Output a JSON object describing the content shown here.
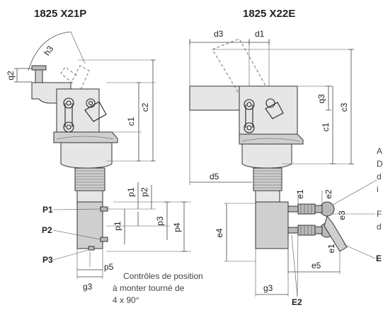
{
  "titles": {
    "left": "1825 X21P",
    "right": "1825 X22E"
  },
  "dims_left": {
    "h3": "h3",
    "q2": "q2",
    "c1": "c1",
    "c2": "c2",
    "p1": "p1",
    "p2": "p2",
    "p3": "p3",
    "p4": "p4",
    "p5": "p5",
    "g3": "g3"
  },
  "dims_right": {
    "d3": "d3",
    "d1": "d1",
    "q3": "q3",
    "c1": "c1",
    "c3": "c3",
    "d5": "d5",
    "e1": "e1",
    "e2": "e2",
    "e3": "e3",
    "e4": "e4",
    "e5": "e5",
    "g3": "g3"
  },
  "ports": {
    "p1": "P1",
    "p2": "P2",
    "p3": "P3",
    "e2": "E2",
    "e_cut": "E"
  },
  "note_lines": [
    "Contrôles de position",
    "à monter tourné de",
    "4 x 90°"
  ],
  "cut_text": [
    "A",
    "D",
    "d",
    "i",
    "F",
    "d"
  ]
}
